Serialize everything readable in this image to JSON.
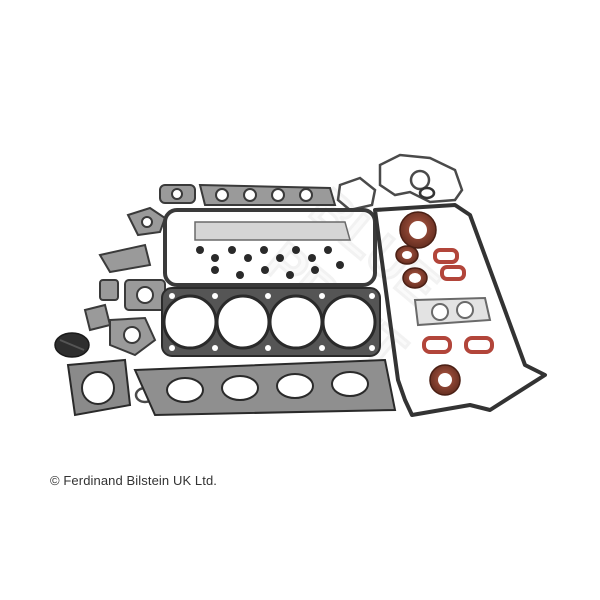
{
  "photo": {
    "subject": "engine-gasket-set-product-photo",
    "watermark": "BLUE PRINT",
    "colors": {
      "background": "#ffffff",
      "gasket_dark": "#3a3a3a",
      "gasket_grey": "#8e8e8e",
      "gasket_light": "#c9c9c9",
      "seal_brown": "#7a3a28",
      "seal_red": "#b2453a"
    }
  },
  "copyright": "© Ferdinand Bilstein UK Ltd."
}
